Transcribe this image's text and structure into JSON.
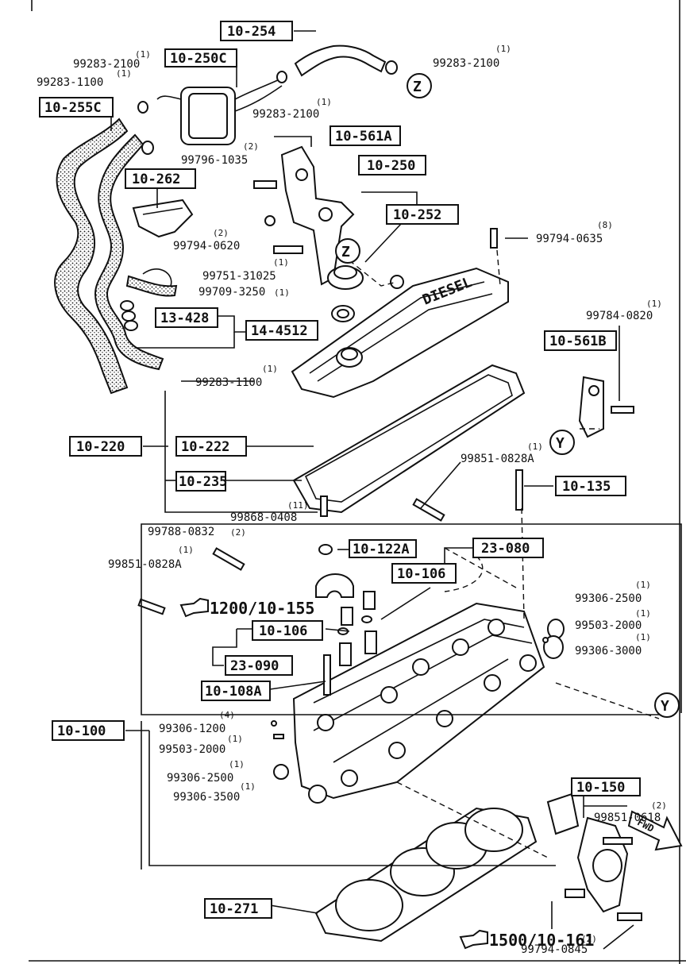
{
  "boxes": {
    "b10_254": "10-254",
    "b10_250c": "10-250C",
    "b10_255c": "10-255C",
    "b10_561a": "10-561A",
    "b10_250": "10-250",
    "b10_262": "10-262",
    "b10_252": "10-252",
    "b13_428": "13-428",
    "b14_4512": "14-4512",
    "b10_561b": "10-561B",
    "b10_220": "10-220",
    "b10_222": "10-222",
    "b10_235": "10-235",
    "b10_135": "10-135",
    "b10_122a": "10-122A",
    "b23_080": "23-080",
    "b10_106a": "10-106",
    "b10_106b": "10-106",
    "b23_090": "23-090",
    "b10_108a": "10-108A",
    "b10_100": "10-100",
    "b10_150": "10-150",
    "b10_271": "10-271"
  },
  "parts": {
    "p1": "99283-2100",
    "p2": "99283-1100",
    "p3": "99283-2100",
    "p4": "99283-2100",
    "p5": "99796-1035",
    "p6": "99794-0620",
    "p7": "99751-31025",
    "p8": "99709-3250",
    "p9": "99794-0635",
    "p10": "99784-0820",
    "p11": "99283-1100",
    "p12": "99851-0828A",
    "p13": "99868-0408",
    "p14": "99788-0832",
    "p15": "99851-0828A",
    "p16": "99306-2500",
    "p17": "99503-2000",
    "p18": "99306-3000",
    "p19": "99306-1200",
    "p20": "99503-2000",
    "p21": "99306-2500",
    "p22": "99306-3500",
    "p23": "99851-0618",
    "p24": "99794-0845"
  },
  "qty": {
    "q1": "(1)",
    "q2": "(1)",
    "q3": "(1)",
    "q4": "(1)",
    "q5": "(2)",
    "q6": "(2)",
    "q7": "(1)",
    "q8": "(1)",
    "q9": "(8)",
    "q10": "(1)",
    "q11": "(1)",
    "q12": "(1)",
    "q13": "(11)",
    "q14": "(2)",
    "q15": "(1)",
    "q16": "(1)",
    "q17": "(1)",
    "q18": "(1)",
    "q19": "(4)",
    "q20": "(1)",
    "q21": "(1)",
    "q22": "(1)",
    "q23": "(2)",
    "q24": "(2)"
  },
  "refs": {
    "r1": "1200/10-155",
    "r2": "1500/10-161"
  },
  "markers": {
    "z1": "Z",
    "z2": "Z",
    "y1": "Y",
    "y2": "Y"
  },
  "labels": {
    "diesel": "DIESEL",
    "fwd": "FWD"
  }
}
